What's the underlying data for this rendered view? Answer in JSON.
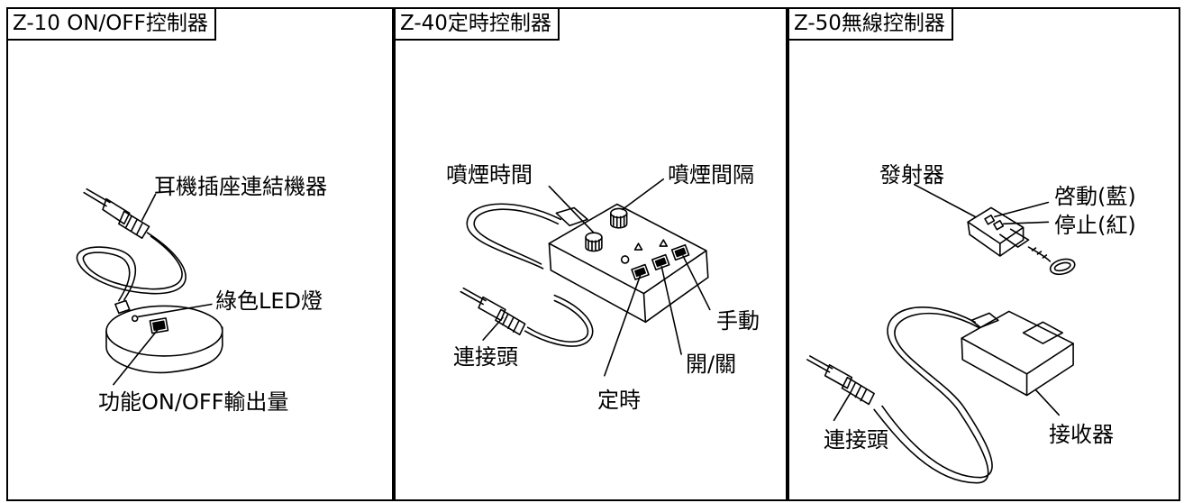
{
  "panels": [
    {
      "title": "Z-10 ON/OFF控制器",
      "labels": {
        "plug_connector": "耳機插座連結機器",
        "green_led": "綠色LED燈",
        "function_switch": "功能ON/OFF輸出量"
      }
    },
    {
      "title": "Z-40定時控制器",
      "labels": {
        "spray_time": "噴煙時間",
        "spray_interval": "噴煙間隔",
        "manual": "手動",
        "on_off": "開/關",
        "timer": "定時",
        "connector": "連接頭"
      }
    },
    {
      "title": "Z-50無線控制器",
      "labels": {
        "transmitter": "發射器",
        "start_blue": "啓動(藍)",
        "stop_red": "停止(紅)",
        "receiver": "接收器",
        "connector": "連接頭"
      }
    }
  ],
  "colors": {
    "line": "#000000",
    "background": "#ffffff"
  }
}
